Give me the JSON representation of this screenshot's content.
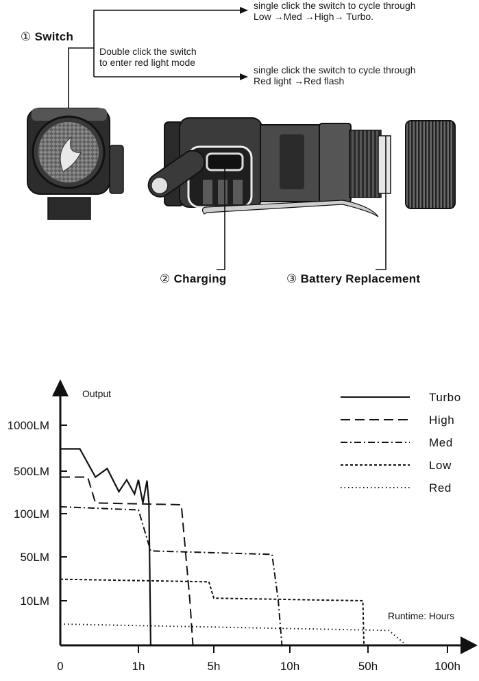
{
  "diagram": {
    "switch_label": "Switch",
    "switch_num": "①",
    "note_main": [
      "single click the switch to cycle through",
      "Low →Med →High→ Turbo."
    ],
    "note_double": [
      "Double click the switch",
      "to enter red light mode"
    ],
    "note_red": [
      "single click the switch to cycle through",
      "Red light →Red flash"
    ],
    "charging_num": "②",
    "charging_label": "Charging",
    "battery_num": "③",
    "battery_label": "Battery Replacement"
  },
  "chart_data": {
    "type": "line",
    "ylabel": "Output",
    "xlabel": "Runtime: Hours",
    "x_ticks": [
      "0",
      "1h",
      "5h",
      "10h",
      "50h",
      "100h"
    ],
    "y_ticks": [
      "1000LM",
      "500LM",
      "100LM",
      "50LM",
      "10LM"
    ],
    "x_scale": "log-like",
    "y_scale": "log-like",
    "legend_position": "top-right",
    "series": [
      {
        "name": "Turbo",
        "style": "solid",
        "points": [
          [
            0,
            700
          ],
          [
            0.25,
            700
          ],
          [
            0.45,
            400
          ],
          [
            0.6,
            520
          ],
          [
            0.75,
            230
          ],
          [
            0.85,
            360
          ],
          [
            0.95,
            210
          ],
          [
            1.0,
            360
          ],
          [
            1.1,
            150
          ],
          [
            1.2,
            350
          ],
          [
            1.25,
            150
          ],
          [
            1.3,
            0
          ]
        ]
      },
      {
        "name": "High",
        "style": "dash",
        "points": [
          [
            0,
            400
          ],
          [
            0.35,
            400
          ],
          [
            0.45,
            150
          ],
          [
            2.5,
            140
          ],
          [
            3.0,
            10
          ],
          [
            3.2,
            0
          ]
        ]
      },
      {
        "name": "Med",
        "style": "dashdot",
        "points": [
          [
            0,
            130
          ],
          [
            1.0,
            115
          ],
          [
            1.3,
            55
          ],
          [
            8.5,
            52
          ],
          [
            9.0,
            10
          ],
          [
            9.3,
            0
          ]
        ]
      },
      {
        "name": "Low",
        "style": "dash-short",
        "points": [
          [
            0,
            22
          ],
          [
            4.5,
            20
          ],
          [
            5.0,
            11
          ],
          [
            45,
            10
          ],
          [
            46,
            0
          ]
        ]
      },
      {
        "name": "Red",
        "style": "dot",
        "points": [
          [
            0,
            5
          ],
          [
            60,
            3.5
          ],
          [
            70,
            0
          ]
        ]
      }
    ]
  }
}
